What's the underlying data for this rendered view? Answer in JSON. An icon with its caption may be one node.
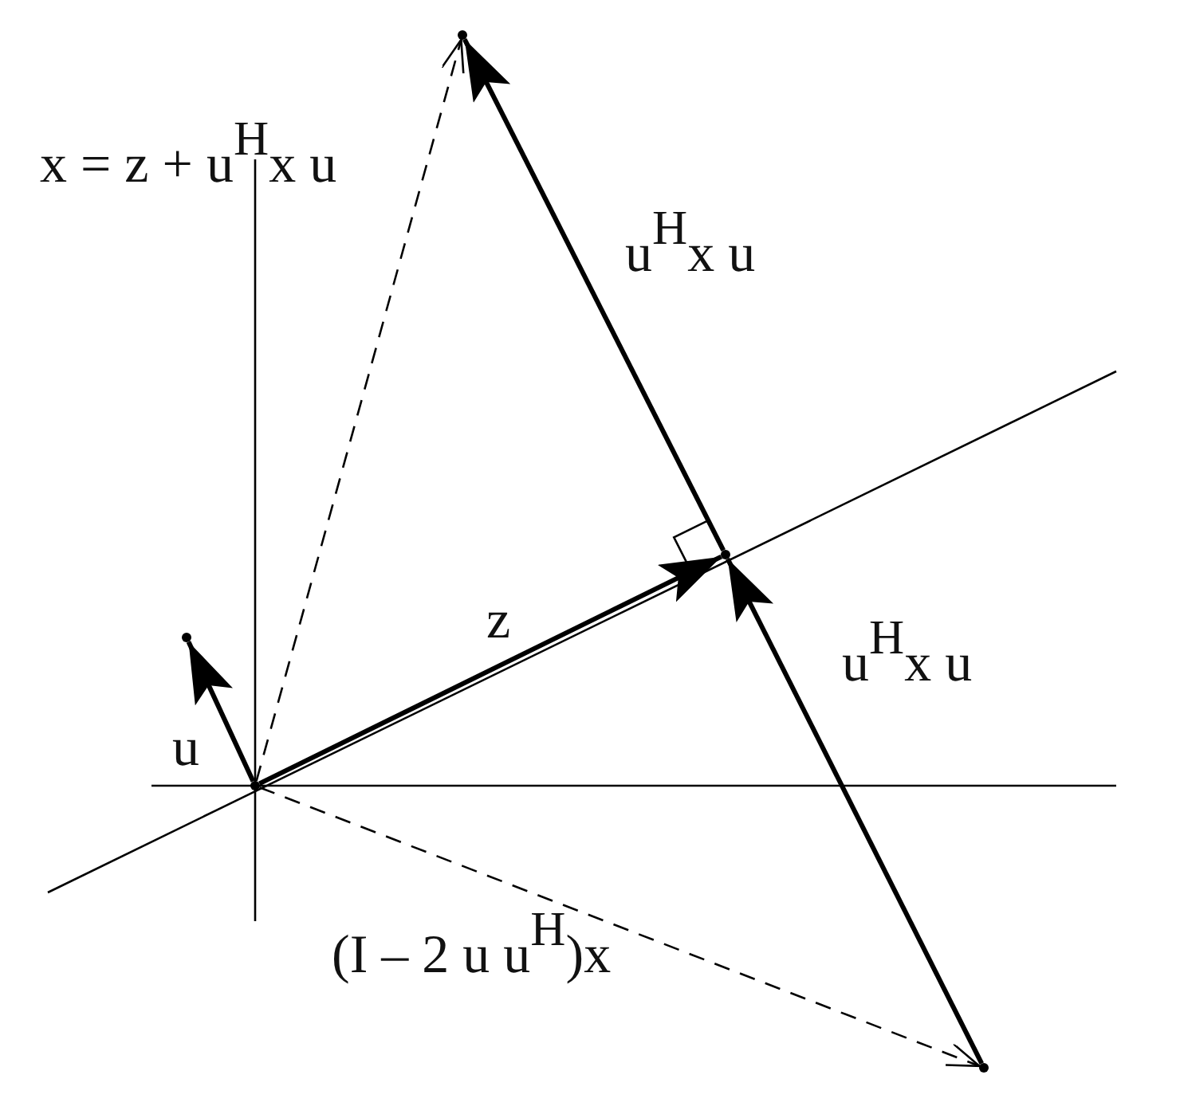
{
  "diagram": {
    "nodes": [
      {
        "text": [],
        "shape": "point"
      },
      {
        "text": [],
        "shape": "point"
      },
      {
        "text": [],
        "shape": "point"
      },
      {
        "text": [],
        "shape": "point"
      },
      {
        "text": [],
        "shape": "point"
      }
    ],
    "edges": [
      {
        "from": 0,
        "to": 1,
        "arrow": "to",
        "style": "dashed",
        "label": "x = z + u$^{H}$x u"
      },
      {
        "from": 0,
        "to": 2,
        "arrow": "to",
        "label": "z"
      },
      {
        "from": 2,
        "to": 1,
        "arrow": "to",
        "label": "u$^{H}$x u"
      },
      {
        "from": 3,
        "to": 2,
        "arrow": "to",
        "label": "u$^{H}$x u"
      },
      {
        "from": 0,
        "to": 3,
        "arrow": "to",
        "style": "dashed",
        "label": "(I – 2 u u$^{H}$)x"
      },
      {
        "from": 0,
        "to": 4,
        "arrow": "to",
        "label": "u"
      }
    ]
  }
}
